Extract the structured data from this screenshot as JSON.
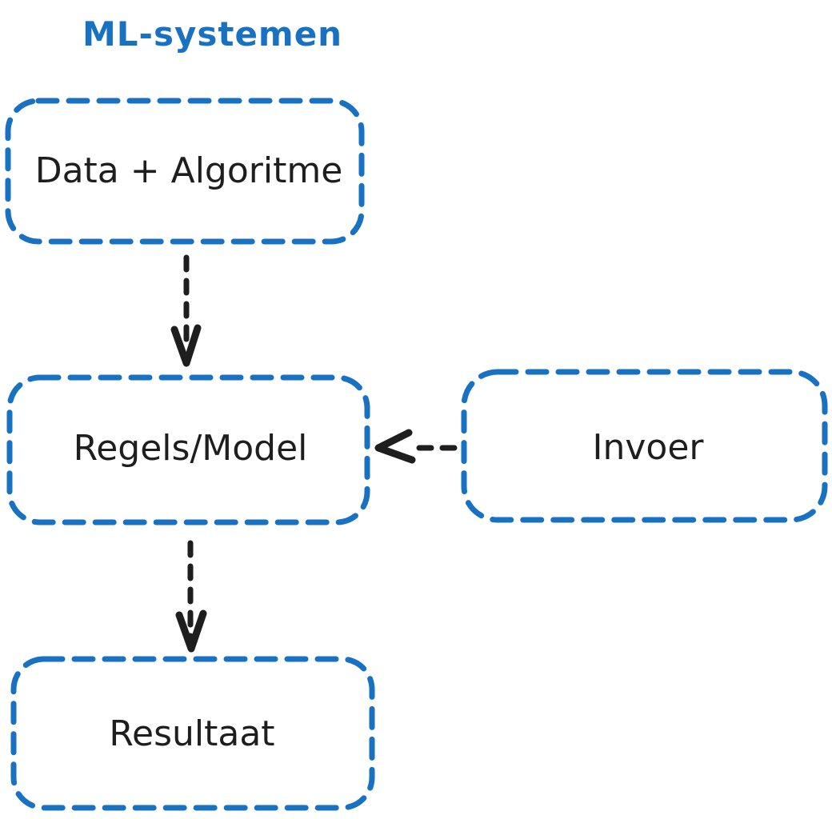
{
  "diagram": {
    "title": "ML-systemen",
    "colors": {
      "accent": "#1971c2",
      "ink": "#1e1e1e",
      "background": "#ffffff"
    },
    "nodes": [
      {
        "id": "data-algoritme",
        "label": "Data + Algoritme"
      },
      {
        "id": "regels-model",
        "label": "Regels/Model"
      },
      {
        "id": "invoer",
        "label": "Invoer"
      },
      {
        "id": "resultaat",
        "label": "Resultaat"
      }
    ],
    "edges": [
      {
        "from": "data-algoritme",
        "to": "regels-model",
        "style": "dashed-arrow",
        "direction": "down"
      },
      {
        "from": "invoer",
        "to": "regels-model",
        "style": "dashed-arrow",
        "direction": "left"
      },
      {
        "from": "regels-model",
        "to": "resultaat",
        "style": "dashed-arrow",
        "direction": "down"
      }
    ]
  }
}
